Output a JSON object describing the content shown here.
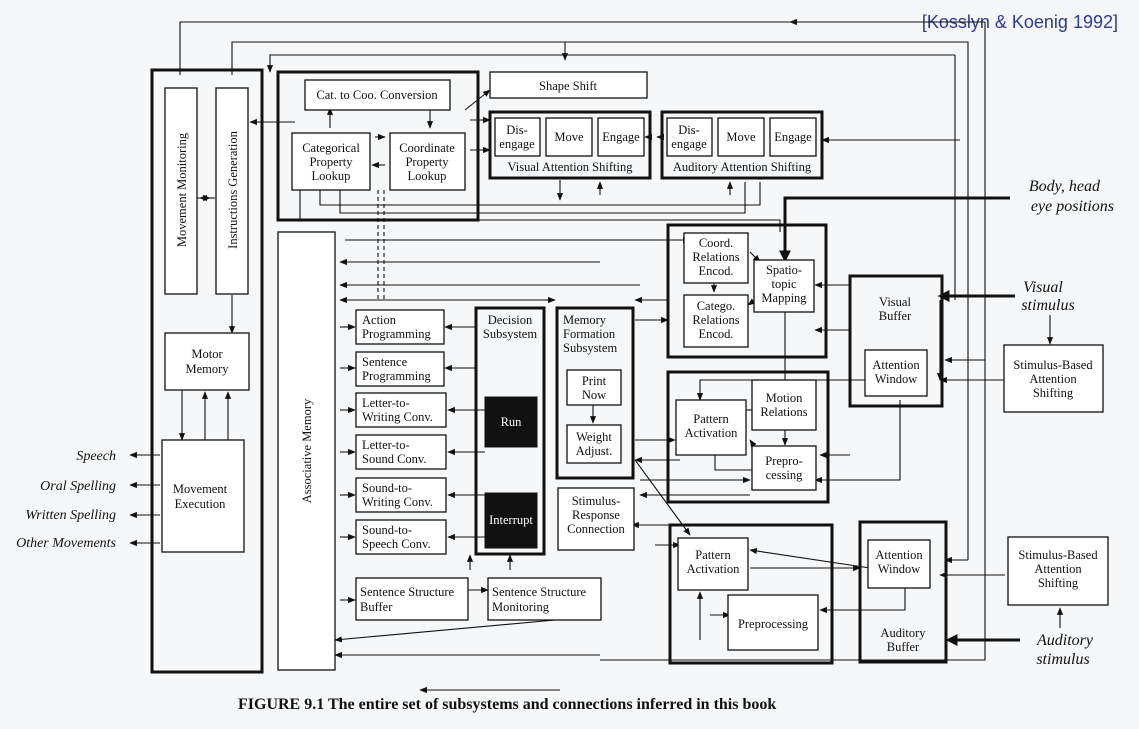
{
  "citation": "[Kosslyn & Koenig  1992]",
  "caption": "FIGURE 9.1   The entire set of subsystems and connections inferred in this book",
  "nodes": {
    "movement_monitoring": "Movement Monitoring",
    "instructions_generation": "Instructions Generation",
    "motor_memory": [
      "Motor",
      "Memory"
    ],
    "movement_execution": [
      "Movement",
      "Execution"
    ],
    "associative_memory": "Associative Memory",
    "cat_to_coo": "Cat. to Coo. Conversion",
    "categorical_lookup": [
      "Categorical",
      "Property",
      "Lookup"
    ],
    "coordinate_lookup": [
      "Coordinate",
      "Property",
      "Lookup"
    ],
    "shape_shift": "Shape Shift",
    "disengage": [
      "Dis-",
      "engage"
    ],
    "move": "Move",
    "engage": "Engage",
    "visual_attention_shifting": "Visual Attention Shifting",
    "auditory_attention_shifting": "Auditory Attention Shifting",
    "coord_relations": [
      "Coord.",
      "Relations",
      "Encod."
    ],
    "catego_relations": [
      "Catego.",
      "Relations",
      "Encod."
    ],
    "spatiotopic_mapping": [
      "Spatio-",
      "topic",
      "Mapping"
    ],
    "visual_buffer": [
      "Visual",
      "Buffer"
    ],
    "attention_window": [
      "Attention",
      "Window"
    ],
    "stimulus_based_shifting": [
      "Stimulus-Based",
      "Attention",
      "Shifting"
    ],
    "action_programming": [
      "Action",
      "Programming"
    ],
    "sentence_programming": [
      "Sentence",
      "Programming"
    ],
    "letter_to_writing": [
      "Letter-to-",
      "Writing Conv."
    ],
    "letter_to_sound": [
      "Letter-to-",
      "Sound Conv."
    ],
    "sound_to_writing": [
      "Sound-to-",
      "Writing Conv."
    ],
    "sound_to_speech": [
      "Sound-to-",
      "Speech Conv."
    ],
    "decision_subsystem": [
      "Decision",
      "Subsystem"
    ],
    "run": "Run",
    "interrupt": "Interrupt",
    "memory_formation": [
      "Memory",
      "Formation",
      "Subsystem"
    ],
    "print_now": [
      "Print",
      "Now"
    ],
    "weight_adjust": [
      "Weight",
      "Adjust."
    ],
    "stimulus_response": [
      "Stimulus-",
      "Response",
      "Connection"
    ],
    "pattern_activation": [
      "Pattern",
      "Activation"
    ],
    "motion_relations": [
      "Motion",
      "Relations"
    ],
    "preprocessing_visual": [
      "Prepro-",
      "cessing"
    ],
    "preprocessing": "Preprocessing",
    "auditory_buffer": [
      "Auditory",
      "Buffer"
    ],
    "sentence_structure_buffer": [
      "Sentence Structure",
      "Buffer"
    ],
    "sentence_structure_monitoring": [
      "Sentence Structure",
      "Monitoring"
    ]
  },
  "outputs": [
    "Speech",
    "Oral Spelling",
    "Written Spelling",
    "Other Movements"
  ],
  "inputs": {
    "body_head": [
      "Body, head",
      "eye positions"
    ],
    "visual_stimulus": [
      "Visual",
      "stimulus"
    ],
    "auditory_stimulus": [
      "Auditory",
      "stimulus"
    ]
  }
}
